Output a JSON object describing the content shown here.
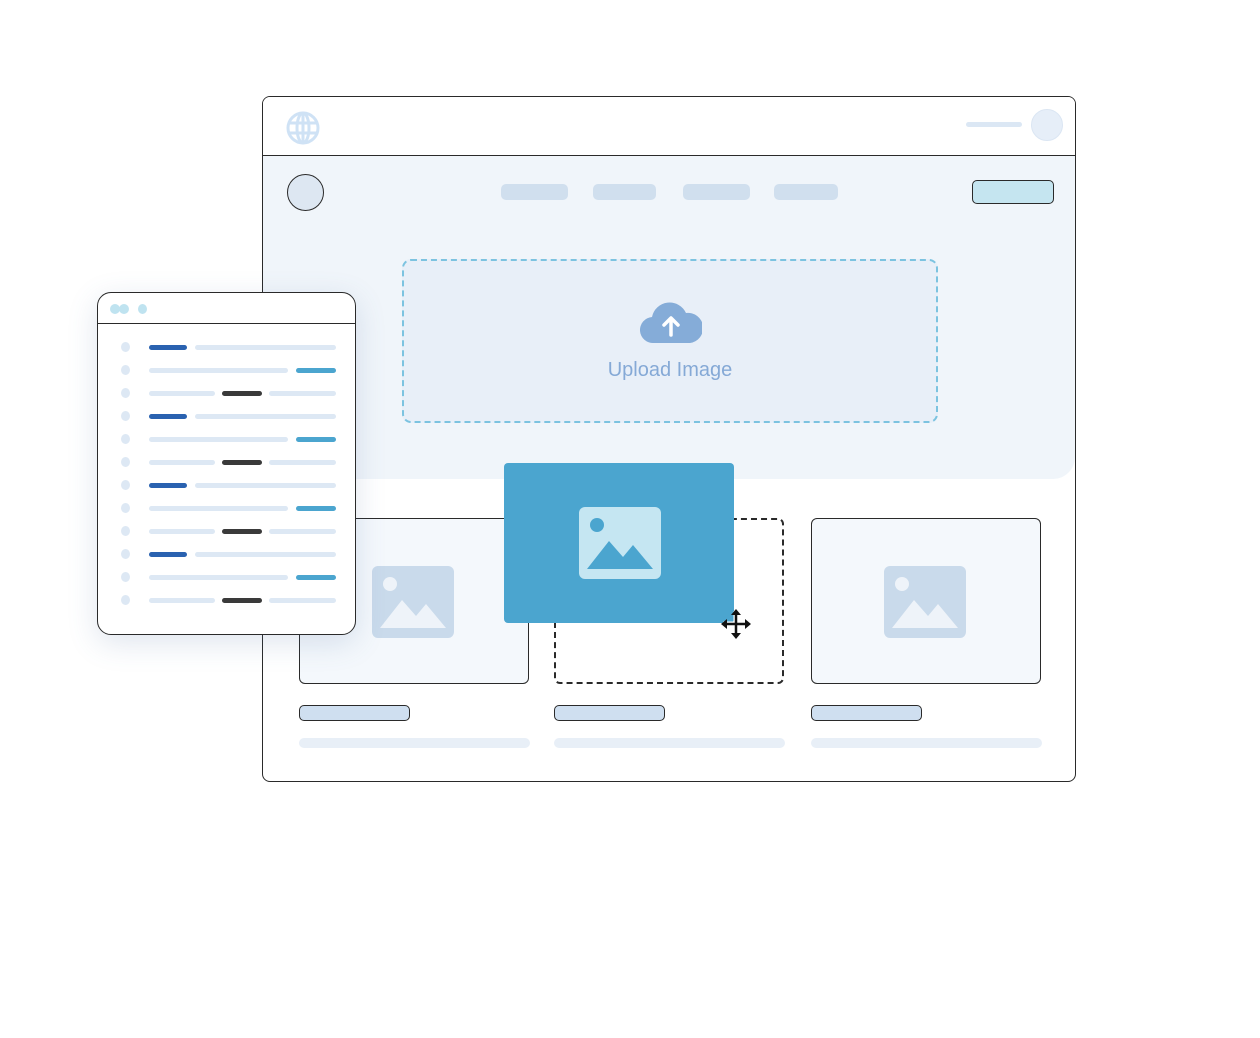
{
  "upload": {
    "label": "Upload Image"
  },
  "colors": {
    "accent": "#4ba5cf",
    "dark_blue": "#2a62b0",
    "outline": "#2a2a2a",
    "placeholder": "#c9daeb",
    "upload_text": "#85a9d6"
  },
  "icons": {
    "globe": "globe-icon",
    "upload": "cloud-upload-icon",
    "image": "image-icon",
    "move": "move-cursor-icon"
  },
  "panel": {
    "row_pattern": [
      "dark-blue-left",
      "light-blue-right",
      "dark-center",
      "dark-blue-left",
      "light-blue-right",
      "dark-center",
      "dark-blue-left",
      "light-blue-right",
      "dark-center",
      "dark-blue-left",
      "light-blue-right",
      "dark-center"
    ]
  }
}
